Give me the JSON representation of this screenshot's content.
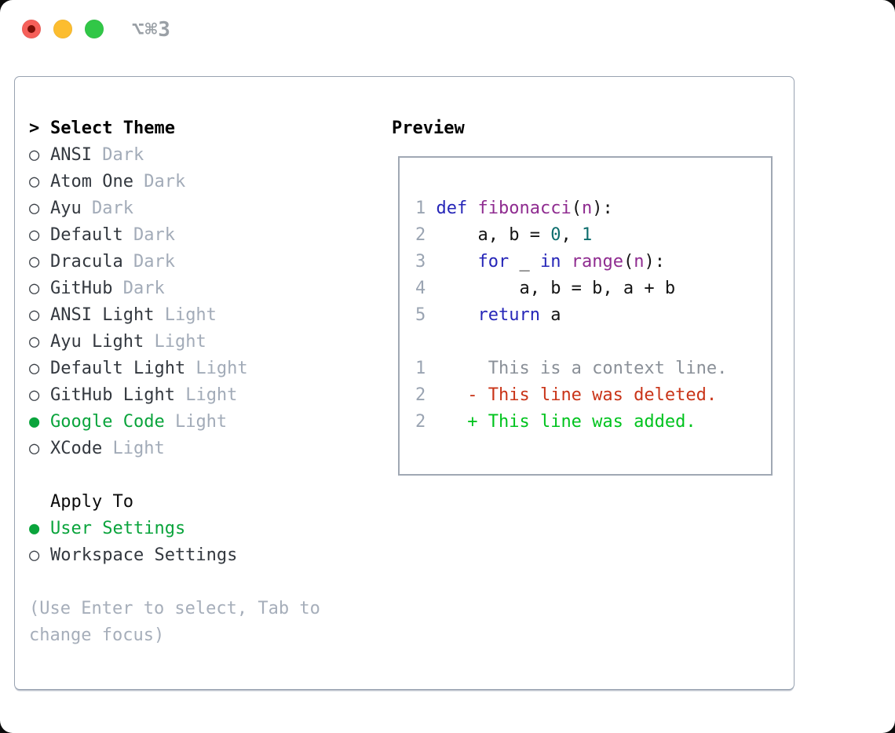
{
  "window": {
    "title": "⌥⌘3"
  },
  "icons": {
    "cursor": ">",
    "radio_unselected": "○",
    "radio_selected": "●"
  },
  "theme_panel": {
    "heading": "Select Theme",
    "themes": [
      {
        "name": "ANSI",
        "variant": "Dark",
        "selected": false
      },
      {
        "name": "Atom One",
        "variant": "Dark",
        "selected": false
      },
      {
        "name": "Ayu",
        "variant": "Dark",
        "selected": false
      },
      {
        "name": "Default",
        "variant": "Dark",
        "selected": false
      },
      {
        "name": "Dracula",
        "variant": "Dark",
        "selected": false
      },
      {
        "name": "GitHub",
        "variant": "Dark",
        "selected": false
      },
      {
        "name": "ANSI Light",
        "variant": "Light",
        "selected": false
      },
      {
        "name": "Ayu Light",
        "variant": "Light",
        "selected": false
      },
      {
        "name": "Default Light",
        "variant": "Light",
        "selected": false
      },
      {
        "name": "GitHub Light",
        "variant": "Light",
        "selected": false
      },
      {
        "name": "Google Code",
        "variant": "Light",
        "selected": true
      },
      {
        "name": "XCode",
        "variant": "Light",
        "selected": false
      }
    ],
    "apply_to": {
      "heading": "Apply To",
      "options": [
        {
          "label": "User Settings",
          "selected": true
        },
        {
          "label": "Workspace Settings",
          "selected": false
        }
      ]
    },
    "help": "(Use Enter to select, Tab to change focus)"
  },
  "preview": {
    "heading": "Preview",
    "lines": [
      {
        "num": "1",
        "tokens": [
          [
            "def",
            "kw"
          ],
          [
            " ",
            "pl"
          ],
          [
            "fibonacci",
            "fn"
          ],
          [
            "(",
            "pl"
          ],
          [
            "n",
            "fn"
          ],
          [
            "):",
            "pl"
          ]
        ]
      },
      {
        "num": "2",
        "tokens": [
          [
            "    a, b = ",
            "pl"
          ],
          [
            "0",
            "lit"
          ],
          [
            ", ",
            "pl"
          ],
          [
            "1",
            "lit"
          ]
        ]
      },
      {
        "num": "3",
        "tokens": [
          [
            "    ",
            "pl"
          ],
          [
            "for",
            "kw"
          ],
          [
            " _ ",
            "pl"
          ],
          [
            "in",
            "kw"
          ],
          [
            " ",
            "pl"
          ],
          [
            "range",
            "fn"
          ],
          [
            "(",
            "pl"
          ],
          [
            "n",
            "fn"
          ],
          [
            "):",
            "pl"
          ]
        ]
      },
      {
        "num": "4",
        "tokens": [
          [
            "        a, b = b, a + b",
            "pl"
          ]
        ]
      },
      {
        "num": "5",
        "tokens": [
          [
            "    ",
            "pl"
          ],
          [
            "return",
            "kw"
          ],
          [
            " a",
            "pl"
          ]
        ]
      },
      {
        "num": "",
        "tokens": []
      },
      {
        "num": "1",
        "tokens": [
          [
            "     This is a context line.",
            "ctx"
          ]
        ]
      },
      {
        "num": "2",
        "tokens": [
          [
            "   - This line was deleted.",
            "del"
          ]
        ]
      },
      {
        "num": "2",
        "tokens": [
          [
            "   + This line was added.",
            "add"
          ]
        ]
      }
    ]
  },
  "colors": {
    "selection_green": "#0aa43c",
    "added_green": "#00c31e",
    "deleted_red": "#c93418",
    "keyword_blue": "#2626b8",
    "function_purple": "#8f2c90",
    "literal_teal": "#0d6d6d",
    "muted_gray": "#a2abb8",
    "panel_border": "#98a2b1",
    "traffic_red": "#f6605a",
    "traffic_yellow": "#fcbd2f",
    "traffic_green": "#31c747"
  }
}
